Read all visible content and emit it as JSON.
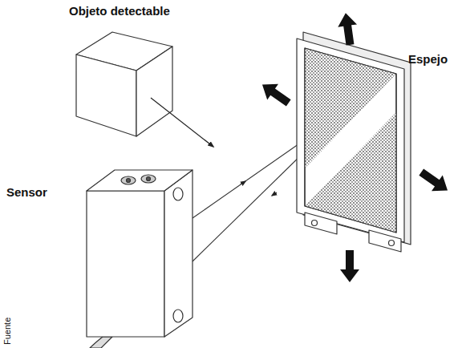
{
  "diagram": {
    "labels": [
      "Objeto detectable",
      "Espejo",
      "Sensor",
      "Fuente"
    ]
  }
}
